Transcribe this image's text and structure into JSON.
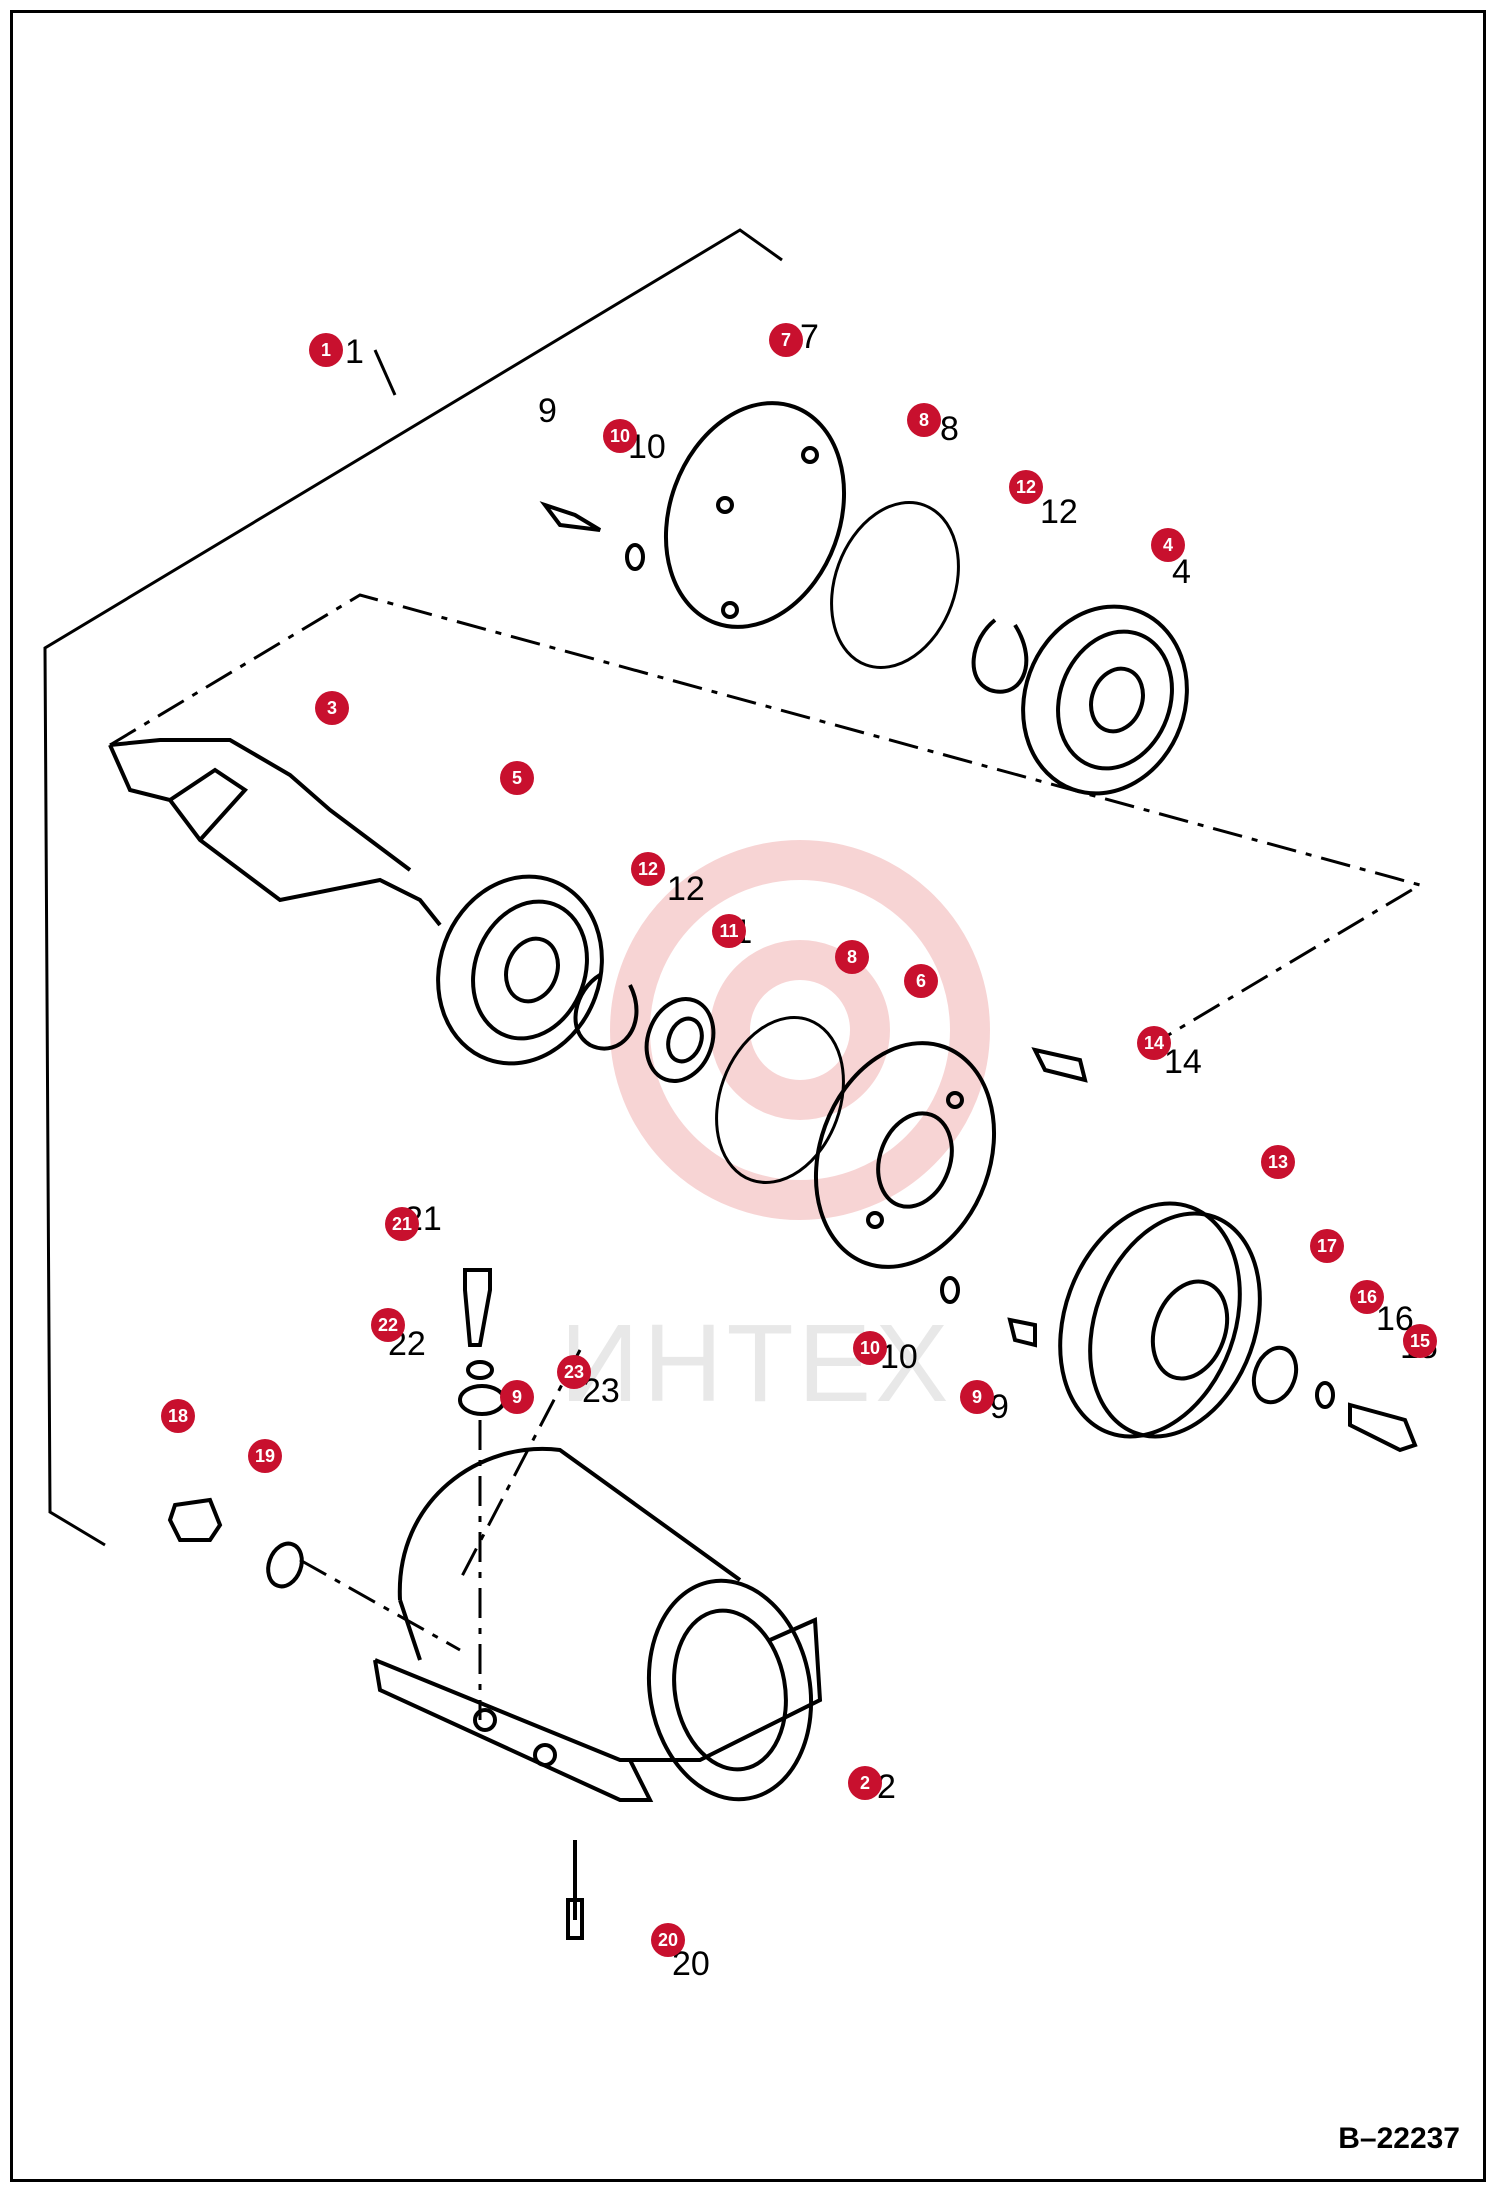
{
  "reference_code": "B–22237",
  "watermark": "ИНТЕХ",
  "colors": {
    "callout_fill": "#c8102e",
    "line": "#000000",
    "watermark_gear": "#f2b8b8"
  },
  "callouts": [
    "1",
    "2",
    "3",
    "4",
    "5",
    "6",
    "7",
    "8",
    "8",
    "9",
    "9",
    "10",
    "10",
    "11",
    "12",
    "12",
    "13",
    "14",
    "15",
    "16",
    "17",
    "18",
    "19",
    "20",
    "21",
    "22",
    "23"
  ],
  "part_numbers": [
    "1",
    "2",
    "4",
    "7",
    "8",
    "9",
    "9",
    "10",
    "10",
    "11",
    "12",
    "12",
    "14",
    "15",
    "16",
    "20",
    "21",
    "22",
    "23"
  ]
}
